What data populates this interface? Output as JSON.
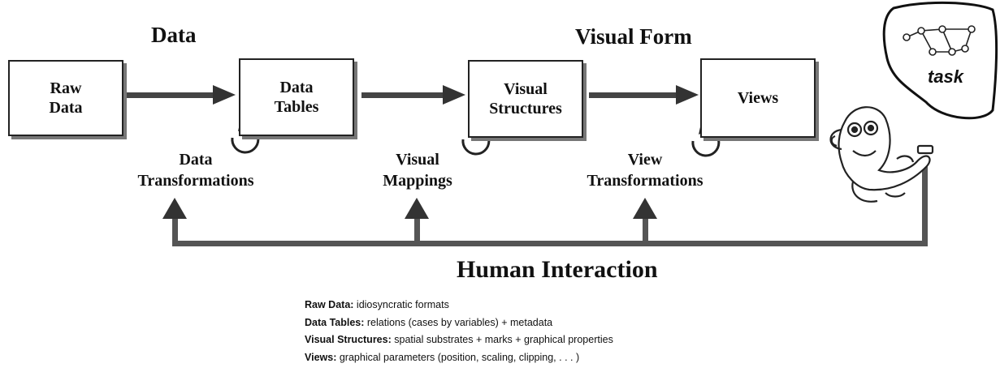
{
  "headings": {
    "data": "Data",
    "visual_form": "Visual Form"
  },
  "boxes": {
    "raw_data": [
      "Raw",
      "Data"
    ],
    "data_tables": [
      "Data",
      "Tables"
    ],
    "visual_structures": [
      "Visual",
      "Structures"
    ],
    "views": [
      "Views"
    ]
  },
  "transforms": {
    "data_transformations": [
      "Data",
      "Transformations"
    ],
    "visual_mappings": [
      "Visual",
      "Mappings"
    ],
    "view_transformations": [
      "View",
      "Transformations"
    ]
  },
  "human_interaction": "Human Interaction",
  "task_label": "task",
  "legend": [
    {
      "term": "Raw Data:",
      "desc": " idiosyncratic formats"
    },
    {
      "term": "Data Tables:",
      "desc": " relations (cases by variables) + metadata"
    },
    {
      "term": "Visual Structures:",
      "desc": " spatial substrates + marks + graphical properties"
    },
    {
      "term": "Views:",
      "desc": " graphical parameters (position, scaling, clipping, . . . )"
    }
  ]
}
